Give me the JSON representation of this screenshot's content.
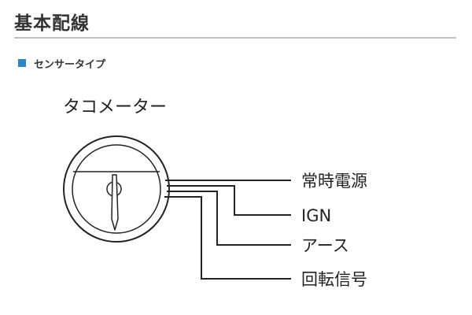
{
  "header": {
    "title": "基本配線"
  },
  "section": {
    "label": "センサータイプ",
    "marker_color": "#2a86c8"
  },
  "diagram": {
    "gauge_label": "タコメーター",
    "wires": [
      {
        "label": "常時電源"
      },
      {
        "label": "IGN"
      },
      {
        "label": "アース"
      },
      {
        "label": "回転信号"
      }
    ]
  }
}
